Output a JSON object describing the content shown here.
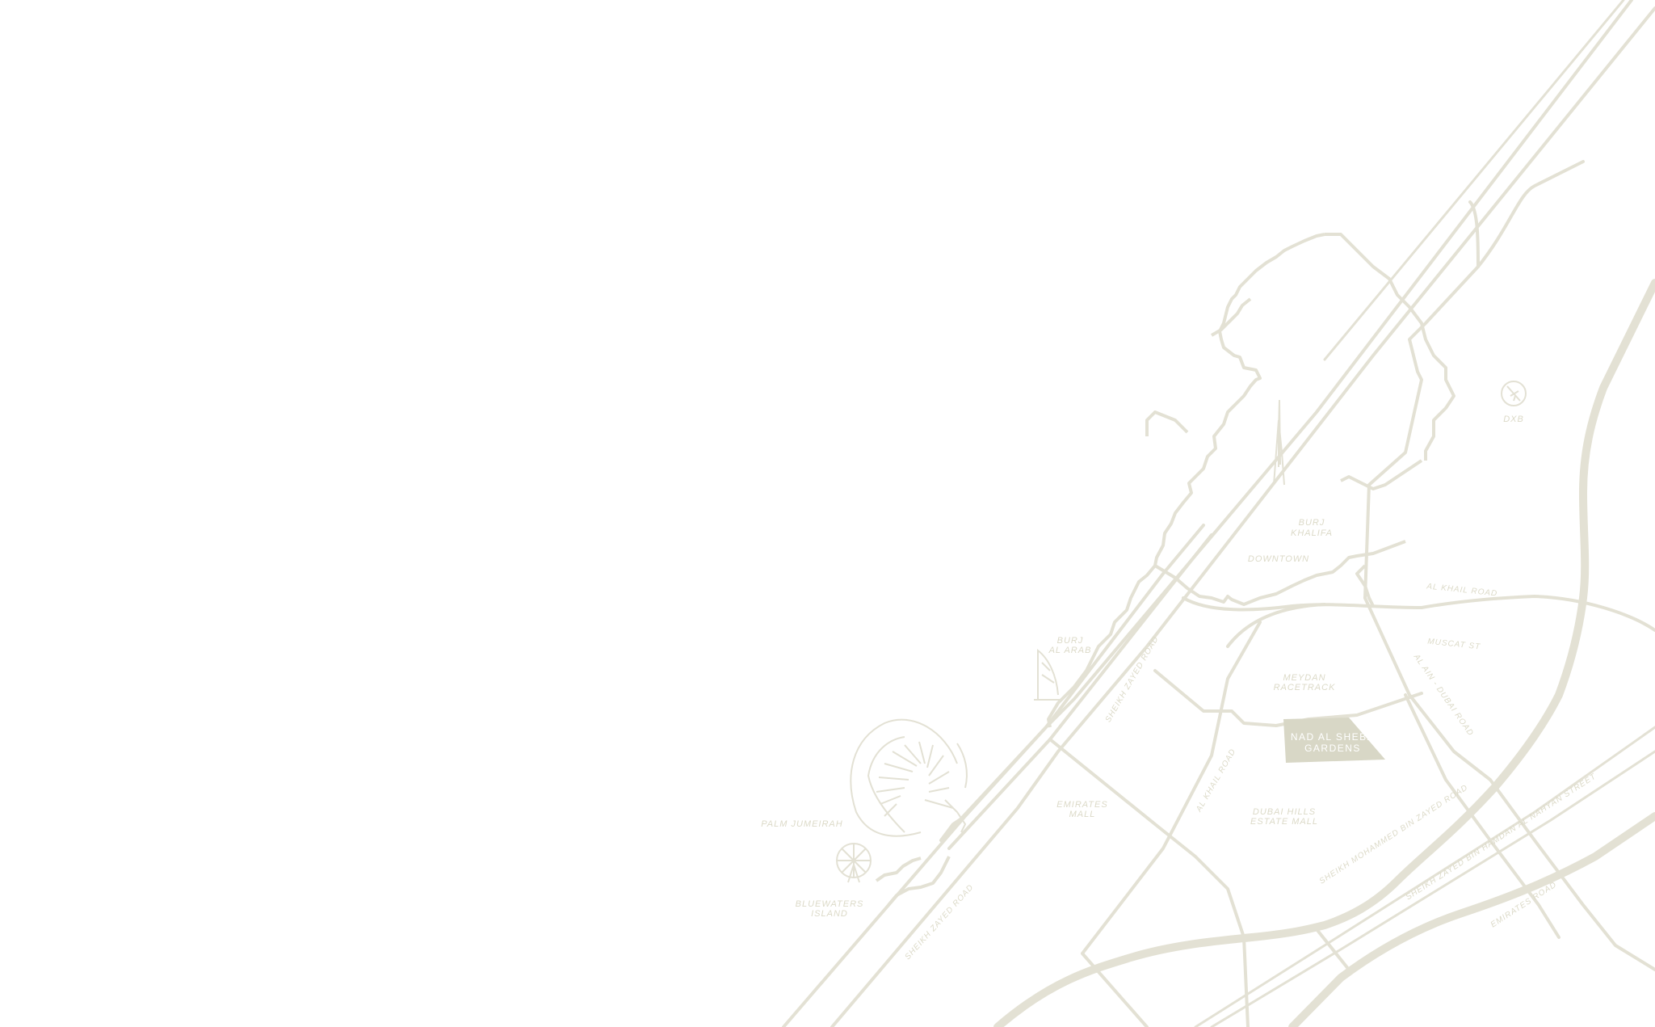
{
  "map": {
    "colors": {
      "background": "#ffffff",
      "road": "#e3e1d4",
      "label": "#dcdac8",
      "highlight_fill": "#d8d7c6",
      "highlight_text": "#ffffff"
    },
    "highlight": {
      "line1": "NAD AL SHEBA",
      "line2": "GARDENS"
    },
    "landmarks": {
      "dxb": "DXB",
      "burj_khalifa_1": "BURJ",
      "burj_khalifa_2": "KHALIFA",
      "downtown": "DOWNTOWN",
      "burj_al_arab_1": "BURJ",
      "burj_al_arab_2": "AL ARAB",
      "meydan_1": "MEYDAN",
      "meydan_2": "RACETRACK",
      "emirates_mall_1": "EMIRATES",
      "emirates_mall_2": "MALL",
      "dubai_hills_1": "DUBAI HILLS",
      "dubai_hills_2": "ESTATE MALL",
      "palm_jumeirah": "PALM JUMEIRAH",
      "bluewaters_1": "BLUEWATERS",
      "bluewaters_2": "ISLAND"
    },
    "roads": {
      "al_khail_road": "AL KHAIL ROAD",
      "muscat_st": "MUSCAT ST",
      "al_ain_dubai_road": "AL AIN - DUBAI ROAD",
      "sheikh_zayed_road_upper": "SHEIKH ZAYED ROAD",
      "sheikh_zayed_road_lower": "SHEIKH ZAYED ROAD",
      "al_khail_road_diag": "AL KHAIL ROAD",
      "mohammed_bin_zayed": "SHEIKH MOHAMMED BIN ZAYED ROAD",
      "zayed_bin_hamdan": "SHEIKH ZAYED BIN HAMDAN AL NAHYAN STREET",
      "emirates_road": "EMIRATES ROAD"
    },
    "icons": {
      "airport": "airplane-icon",
      "burj_khalifa": "burj-khalifa-icon",
      "burj_al_arab": "burj-al-arab-icon",
      "palm": "palm-jumeirah-icon",
      "ferris_wheel": "ferris-wheel-icon"
    }
  }
}
